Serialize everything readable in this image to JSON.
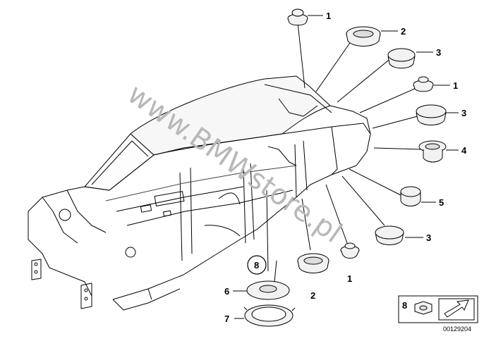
{
  "watermark": "www.BMWstore.pl",
  "callouts": {
    "c1": "1",
    "c2": "2",
    "c3": "3",
    "c4": "1",
    "c5": "3",
    "c6": "4",
    "c7": "5",
    "c8": "3",
    "c9": "1",
    "c10": "2",
    "c11": "8",
    "c12": "6",
    "c13": "7"
  },
  "legend": {
    "number": "8"
  },
  "part_number": "00129204",
  "colors": {
    "line": "#000000",
    "part_fill": "#f2f2f2",
    "watermark": "#b8b8b8"
  }
}
